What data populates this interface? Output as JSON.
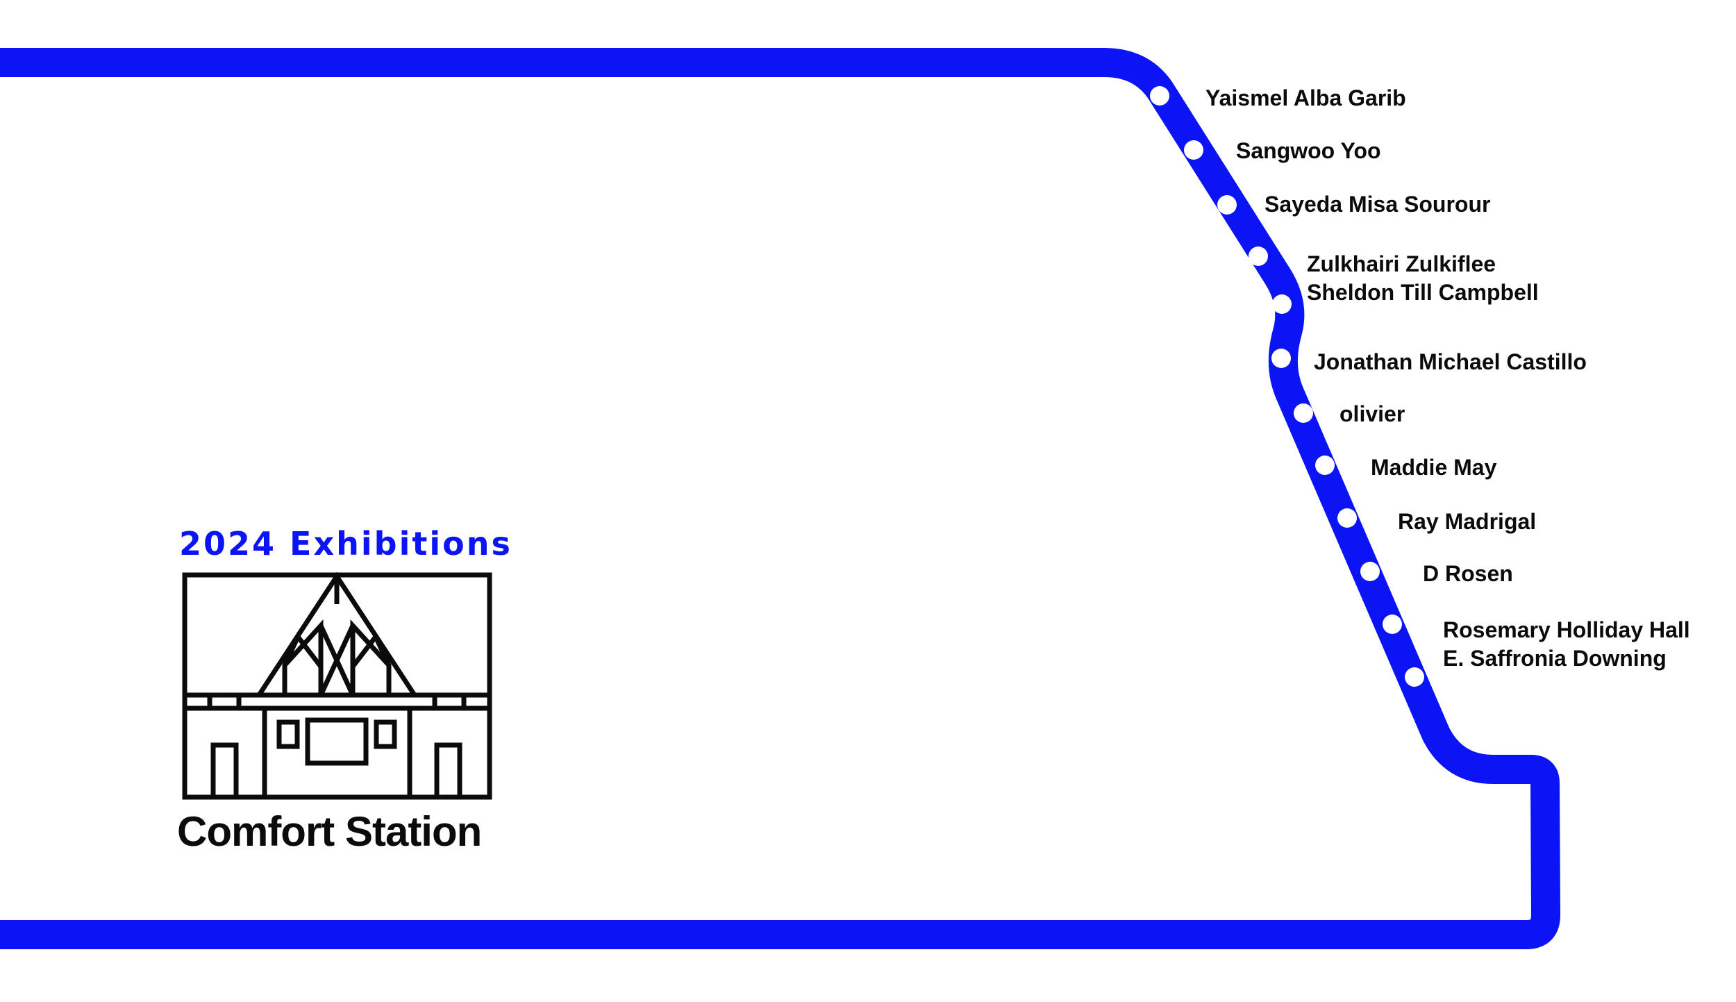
{
  "header": {
    "exhibitions_title": "2024  Exhibitions"
  },
  "logo": {
    "name": "Comfort Station",
    "icon": "comfort-station-building-icon"
  },
  "route": {
    "line_color": "#0a14f5",
    "stops": [
      {
        "lines": [
          "Yaismel Alba Garib"
        ]
      },
      {
        "lines": [
          "Sangwoo Yoo"
        ]
      },
      {
        "lines": [
          "Sayeda Misa Sourour"
        ]
      },
      {
        "lines": [
          "Zulkhairi Zulkiflee",
          "Sheldon Till Campbell"
        ]
      },
      {
        "lines": [
          "Jonathan Michael Castillo"
        ]
      },
      {
        "lines": [
          "olivier"
        ]
      },
      {
        "lines": [
          "Maddie May"
        ]
      },
      {
        "lines": [
          "Ray Madrigal"
        ]
      },
      {
        "lines": [
          "D Rosen"
        ]
      },
      {
        "lines": [
          "Rosemary Holliday Hall",
          "E. Saffronia Downing"
        ]
      }
    ]
  }
}
